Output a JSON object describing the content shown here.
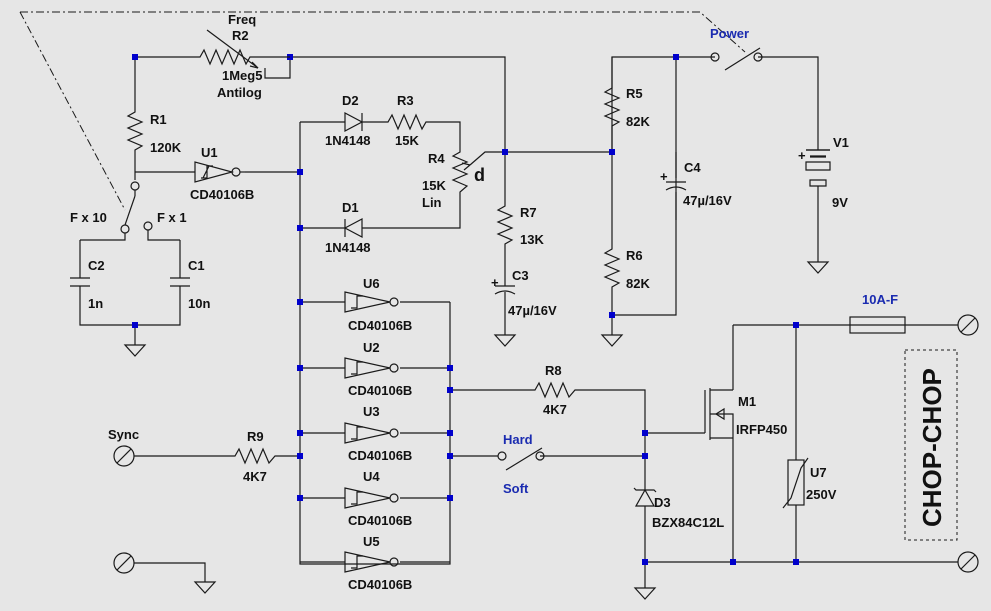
{
  "components": {
    "r1": {
      "ref": "R1",
      "value": "120K"
    },
    "r2": {
      "ref": "R2",
      "value": "1Meg5",
      "title": "Freq",
      "taper": "Antilog"
    },
    "r3": {
      "ref": "R3",
      "value": "15K"
    },
    "r4": {
      "ref": "R4",
      "value": "15K",
      "taper": "Lin",
      "wiper": "d"
    },
    "r5": {
      "ref": "R5",
      "value": "82K"
    },
    "r6": {
      "ref": "R6",
      "value": "82K"
    },
    "r7": {
      "ref": "R7",
      "value": "13K"
    },
    "r8": {
      "ref": "R8",
      "value": "4K7"
    },
    "r9": {
      "ref": "R9",
      "value": "4K7"
    },
    "c1": {
      "ref": "C1",
      "value": "10n"
    },
    "c2": {
      "ref": "C2",
      "value": "1n"
    },
    "c3": {
      "ref": "C3",
      "value": "47µ/16V"
    },
    "c4": {
      "ref": "C4",
      "value": "47µ/16V"
    },
    "d1": {
      "ref": "D1",
      "value": "1N4148"
    },
    "d2": {
      "ref": "D2",
      "value": "1N4148"
    },
    "d3": {
      "ref": "D3",
      "value": "BZX84C12L"
    },
    "u1": {
      "ref": "U1",
      "value": "CD40106B"
    },
    "u2": {
      "ref": "U2",
      "value": "CD40106B"
    },
    "u3": {
      "ref": "U3",
      "value": "CD40106B"
    },
    "u4": {
      "ref": "U4",
      "value": "CD40106B"
    },
    "u5": {
      "ref": "U5",
      "value": "CD40106B"
    },
    "u6": {
      "ref": "U6",
      "value": "CD40106B"
    },
    "u7": {
      "ref": "U7",
      "value": "250V"
    },
    "m1": {
      "ref": "M1",
      "value": "IRFP450"
    },
    "v1": {
      "ref": "V1",
      "value": "9V"
    },
    "fuse": {
      "value": "10A-F"
    }
  },
  "switches": {
    "range": {
      "pos1": "F x 10",
      "pos2": "F x 1"
    },
    "mode": {
      "pos1": "Hard",
      "pos2": "Soft"
    },
    "power": {
      "label": "Power"
    }
  },
  "ports": {
    "sync": "Sync"
  },
  "output_box": {
    "label": "CHOP-CHOP"
  },
  "colors": {
    "background": "#e6e6e6",
    "wire": "#1a1a1a",
    "junction": "#0000cc",
    "switch_label": "#1a2bb0"
  }
}
